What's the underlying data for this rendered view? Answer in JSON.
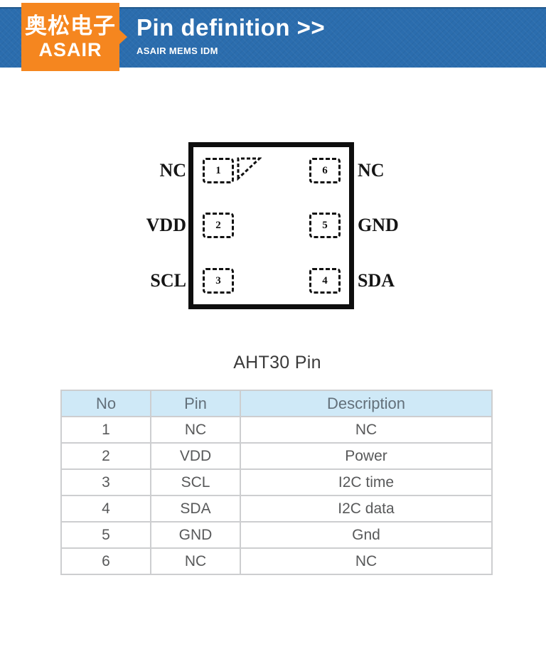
{
  "header": {
    "logo_chinese": "奥松电子",
    "logo_english": "ASAIR",
    "title": "Pin definition >>",
    "subtitle": "ASAIR MEMS IDM",
    "colors": {
      "brand_orange": "#f5861f",
      "band_blue": "#2b6dae"
    }
  },
  "diagram": {
    "caption": "AHT30 Pin",
    "pins": {
      "left": [
        {
          "num": "1",
          "label": "NC"
        },
        {
          "num": "2",
          "label": "VDD"
        },
        {
          "num": "3",
          "label": "SCL"
        }
      ],
      "right": [
        {
          "num": "6",
          "label": "NC"
        },
        {
          "num": "5",
          "label": "GND"
        },
        {
          "num": "4",
          "label": "SDA"
        }
      ]
    }
  },
  "table": {
    "headers": [
      "No",
      "Pin",
      "Description"
    ],
    "rows": [
      [
        "1",
        "NC",
        "NC"
      ],
      [
        "2",
        "VDD",
        "Power"
      ],
      [
        "3",
        "SCL",
        "I2C time"
      ],
      [
        "4",
        "SDA",
        "I2C data"
      ],
      [
        "5",
        "GND",
        "Gnd"
      ],
      [
        "6",
        "NC",
        "NC"
      ]
    ],
    "colors": {
      "header_bg": "#cfe9f7",
      "header_text": "#63707a",
      "body_text": "#58595a",
      "border": "#cdced0"
    }
  }
}
